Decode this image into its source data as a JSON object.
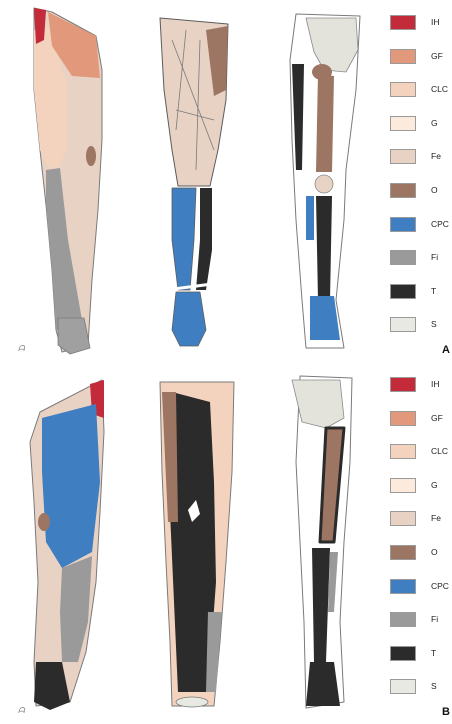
{
  "colors": {
    "IH": "#c42b3a",
    "GF": "#e2987a",
    "CLC": "#f3d3bd",
    "G": "#fcebdc",
    "Fe": "#e8d2c4",
    "O": "#9c7563",
    "CPC": "#3f7ec0",
    "Fi": "#9a9a9a",
    "T": "#2b2b2b",
    "S": "#e8e9e3",
    "outline": "#7a7a7a",
    "bone": "#e3e3dc"
  },
  "panels": [
    {
      "letter": "A",
      "signature": "ᗩ",
      "legend": [
        {
          "code": "IH",
          "color": "#c42b3a"
        },
        {
          "code": "GF",
          "color": "#e2987a"
        },
        {
          "code": "CLC",
          "color": "#f3d3bd"
        },
        {
          "code": "G",
          "color": "#fcebdc"
        },
        {
          "code": "Fe",
          "color": "#e8d2c4"
        },
        {
          "code": "O",
          "color": "#9c7563"
        },
        {
          "code": "CPC",
          "color": "#3f7ec0"
        },
        {
          "code": "Fi",
          "color": "#9a9a9a"
        },
        {
          "code": "T",
          "color": "#2b2b2b"
        },
        {
          "code": "S",
          "color": "#e8e9e3"
        }
      ]
    },
    {
      "letter": "B",
      "signature": "ᗩ",
      "legend": [
        {
          "code": "IH",
          "color": "#c42b3a"
        },
        {
          "code": "GF",
          "color": "#e2987a"
        },
        {
          "code": "CLC",
          "color": "#f3d3bd"
        },
        {
          "code": "G",
          "color": "#fcebdc"
        },
        {
          "code": "Fe",
          "color": "#e8d2c4"
        },
        {
          "code": "O",
          "color": "#9c7563"
        },
        {
          "code": "CPC",
          "color": "#3f7ec0"
        },
        {
          "code": "Fi",
          "color": "#9a9a9a"
        },
        {
          "code": "T",
          "color": "#2b2b2b"
        },
        {
          "code": "S",
          "color": "#e8e9e3"
        }
      ]
    }
  ]
}
